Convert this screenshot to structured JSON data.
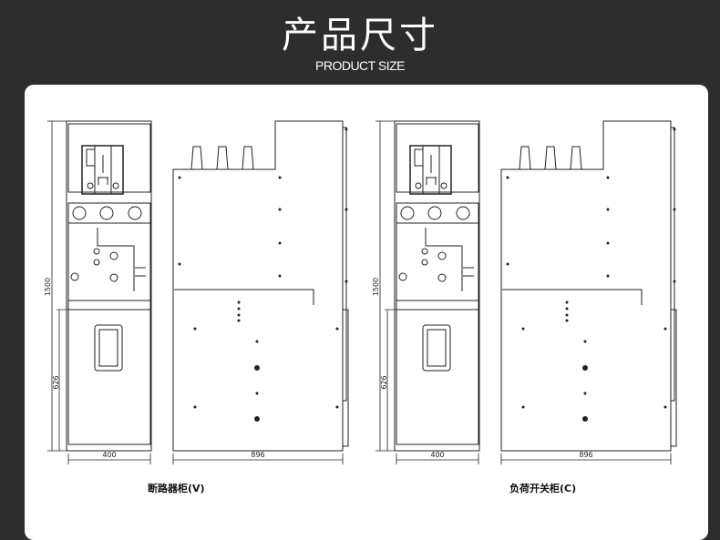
{
  "header": {
    "title": "产品尺寸",
    "subtitle": "PRODUCT SIZE"
  },
  "drawings": [
    {
      "caption": "断路器柜(V)",
      "dim_height_total": "1500",
      "dim_height_lower": "626",
      "dim_width_front": "400",
      "dim_depth": "896"
    },
    {
      "caption": "负荷开关柜(C)",
      "dim_height_total": "1500",
      "dim_height_lower": "626",
      "dim_width_front": "400",
      "dim_depth": "896"
    }
  ]
}
